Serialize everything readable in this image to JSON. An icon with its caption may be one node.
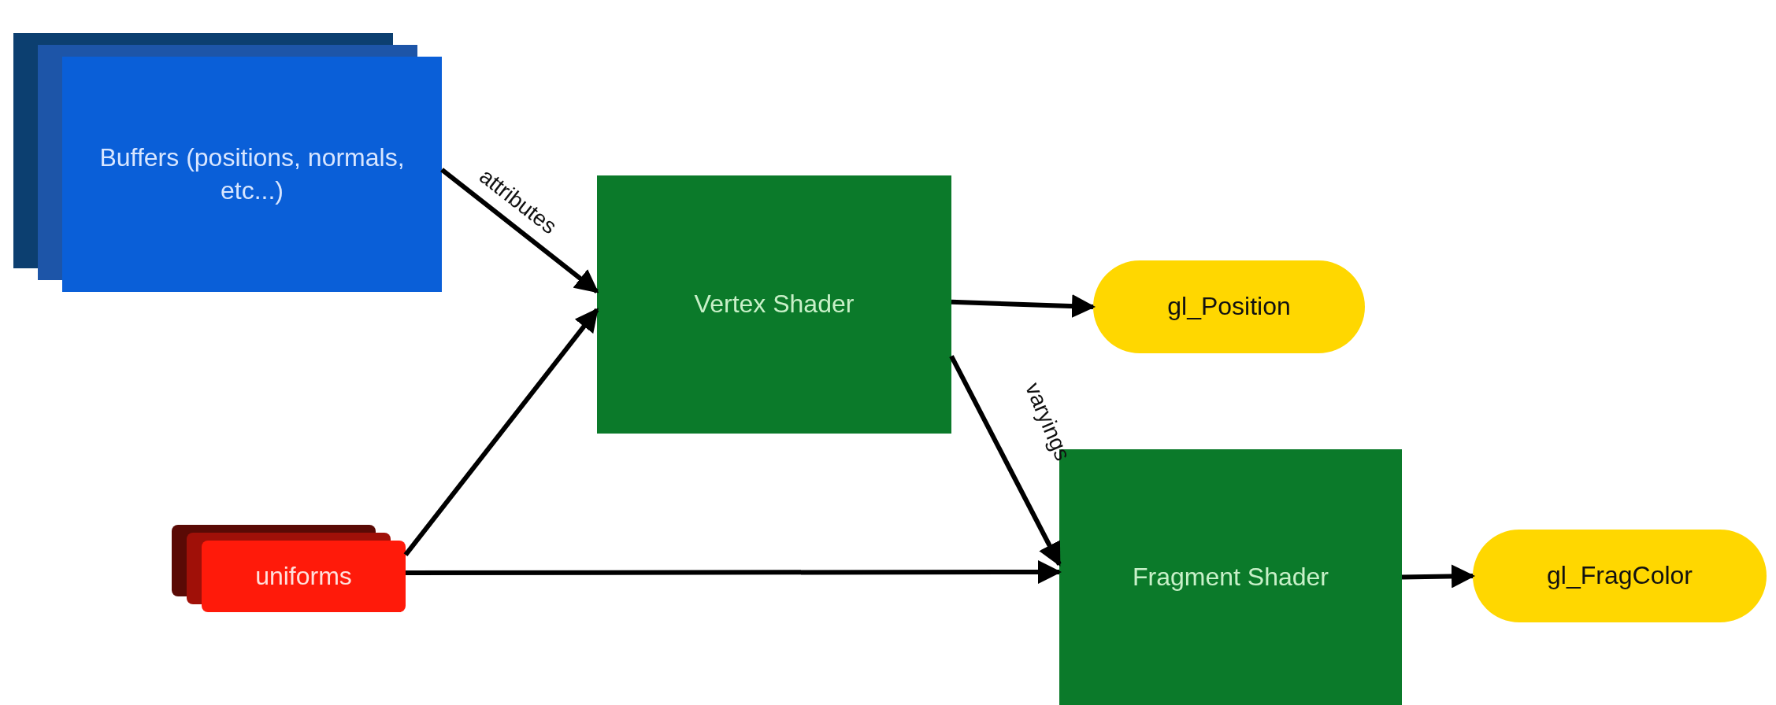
{
  "diagram": {
    "nodes": [
      {
        "text": [
          "Buffers (positions, normals, etc...)"
        ]
      },
      {
        "text": [
          "Vertex Shader"
        ]
      },
      {
        "text": [
          "gl_Position"
        ]
      },
      {
        "text": [
          "uniforms"
        ]
      },
      {
        "text": [
          "Fragment Shader"
        ]
      },
      {
        "text": [
          "gl_FragColor"
        ]
      }
    ],
    "edges": [
      {
        "from": 0,
        "to": 1,
        "arrow": "to",
        "label": "attributes"
      },
      {
        "from": 3,
        "to": 1,
        "arrow": "to"
      },
      {
        "from": 1,
        "to": 2,
        "arrow": "to"
      },
      {
        "from": 1,
        "to": 4,
        "arrow": "to",
        "label": "varyings"
      },
      {
        "from": 3,
        "to": 4,
        "arrow": "to"
      },
      {
        "from": 4,
        "to": 5,
        "arrow": "to"
      }
    ]
  }
}
